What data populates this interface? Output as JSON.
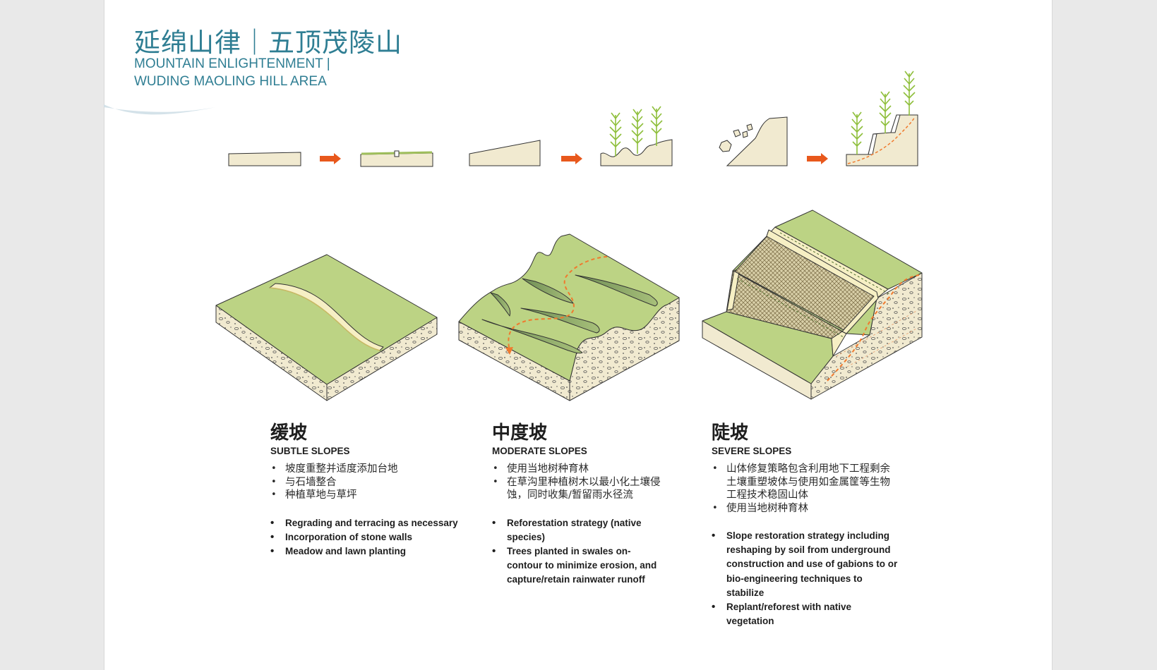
{
  "header": {
    "title_zh": "延绵山律｜五顶茂陵山",
    "title_en_line1": "MOUNTAIN ENLIGHTENMENT |",
    "title_en_line2": "WUDING MAOLING HILL AREA"
  },
  "colors": {
    "title_teal": "#2f7e93",
    "grass_green": "#bcd384",
    "soil_beige": "#f1ead0",
    "arrow_orange": "#e8581c",
    "path_orange": "#f07a2e"
  },
  "icons": [
    "arrow-right-icon",
    "tree-icon",
    "rock-icon"
  ],
  "columns": [
    {
      "title_zh": "缓坡",
      "title_en": "SUBTLE SLOPES",
      "items_zh": [
        "坡度重整并适度添加台地",
        "与石墙整合",
        "种植草地与草坪"
      ],
      "items_en": [
        "Regrading and terracing as necessary",
        "Incorporation of stone walls",
        "Meadow and lawn planting"
      ]
    },
    {
      "title_zh": "中度坡",
      "title_en": "MODERATE SLOPES",
      "items_zh": [
        "使用当地树种育林",
        "在草沟里种植树木以最小化土壤侵蚀，同时收集/暂留雨水径流"
      ],
      "items_en": [
        "Reforestation strategy (native species)",
        "Trees planted in swales on-contour to minimize erosion, and capture/retain rainwater runoff"
      ]
    },
    {
      "title_zh": "陡坡",
      "title_en": "SEVERE SLOPES",
      "items_zh": [
        "山体修复策略包含利用地下工程剩余土壤重塑坡体与使用如金属筐等生物工程技术稳固山体",
        "使用当地树种育林"
      ],
      "items_en": [
        "Slope restoration strategy including reshaping by soil from underground construction and use of gabions to or bio-engineering techniques to stabilize",
        "Replant/reforest with native vegetation"
      ]
    }
  ]
}
